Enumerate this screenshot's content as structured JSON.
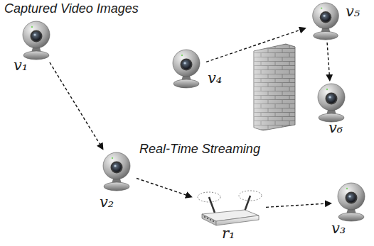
{
  "diagram": {
    "nodes": [
      {
        "text": [
          "v₁"
        ]
      },
      {
        "text": [
          "v₂"
        ]
      },
      {
        "text": [
          "r₁"
        ]
      },
      {
        "text": [
          "v₃"
        ]
      },
      {
        "text": [
          "v₄"
        ]
      },
      {
        "text": [
          "v₅"
        ]
      },
      {
        "text": [
          "v₆"
        ]
      }
    ],
    "edges": [
      {
        "from": 0,
        "to": 1,
        "arrow": "to"
      },
      {
        "from": 1,
        "to": 2,
        "arrow": "to"
      },
      {
        "from": 2,
        "to": 3,
        "arrow": "to"
      },
      {
        "from": 4,
        "to": 5,
        "arrow": "to"
      },
      {
        "from": 5,
        "to": 6,
        "arrow": "to"
      }
    ],
    "labels": [
      "Captured Video Images",
      "Real-Time Streaming"
    ]
  }
}
